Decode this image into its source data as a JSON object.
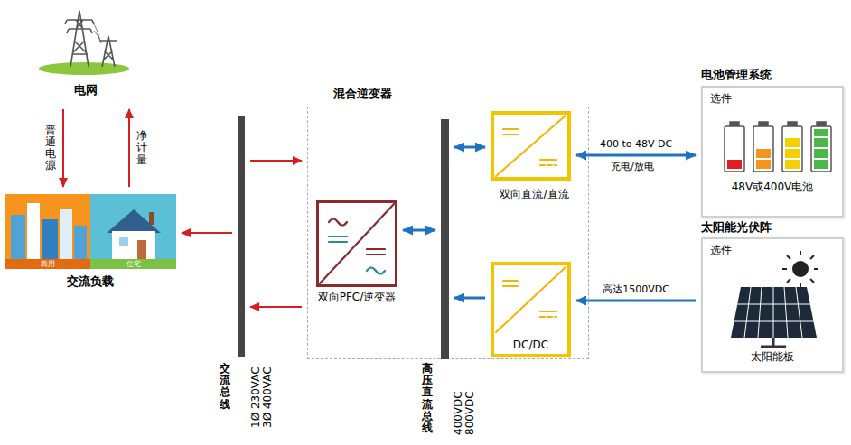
{
  "diagram": {
    "nodes": [
      {
        "text": [
          "电网"
        ]
      },
      {
        "text": [
          "交流负载"
        ]
      },
      {
        "text": [
          "交流总线",
          "1Ø 230VAC 3Ø 400VAC"
        ]
      },
      {
        "text": [
          "混合逆变器"
        ]
      },
      {
        "text": [
          "双向PFC/逆变器"
        ],
        "in": 3
      },
      {
        "text": [
          "高压直流总线",
          "400VDC 800VDC"
        ],
        "in": 3
      },
      {
        "text": [
          "双向直流/直流"
        ],
        "in": 3
      },
      {
        "text": [
          "DC/DC"
        ],
        "in": 3
      },
      {
        "text": [
          "电池管理系统",
          "选件",
          "48V或400V电池"
        ]
      },
      {
        "text": [
          "太阳能光伏阵",
          "选件",
          "太阳能板"
        ]
      }
    ],
    "edges": [
      {
        "from": 0,
        "to": 1,
        "arrow": "to",
        "label": "普通电源"
      },
      {
        "from": 1,
        "to": 0,
        "arrow": "to",
        "label": "净计量"
      },
      {
        "from": 2,
        "to": 1,
        "arrow": "to"
      },
      {
        "from": 2,
        "to": 3,
        "arrow": "to"
      },
      {
        "from": 3,
        "to": 2,
        "arrow": "to"
      },
      {
        "from": 4,
        "to": 5,
        "arrow": "both"
      },
      {
        "from": 5,
        "to": 6,
        "arrow": "both"
      },
      {
        "from": 7,
        "to": 5,
        "arrow": "to"
      },
      {
        "from": 6,
        "to": 8,
        "arrow": "both",
        "label": "400 to 48V DC"
      },
      {
        "from": 9,
        "to": 7,
        "arrow": "to",
        "label": "高达1500VDC"
      }
    ],
    "labels": [
      "商用",
      "住宅",
      "充电/放电"
    ]
  }
}
